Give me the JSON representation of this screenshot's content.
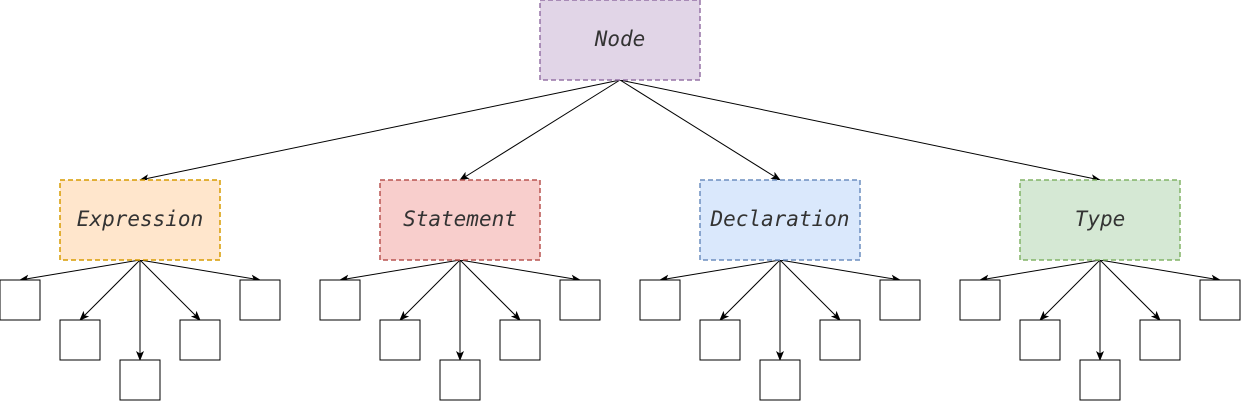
{
  "root": {
    "label": "Node",
    "fill": "#e1d5e7",
    "stroke": "#9673a6"
  },
  "categories": [
    {
      "label": "Expression",
      "fill": "#ffe6cc",
      "stroke": "#d79b00",
      "leaf_count": 5
    },
    {
      "label": "Statement",
      "fill": "#f8cecc",
      "stroke": "#b85450",
      "leaf_count": 5
    },
    {
      "label": "Declaration",
      "fill": "#dae8fc",
      "stroke": "#6c8ebf",
      "leaf_count": 5
    },
    {
      "label": "Type",
      "fill": "#d5e8d4",
      "stroke": "#82b366",
      "leaf_count": 5
    }
  ]
}
